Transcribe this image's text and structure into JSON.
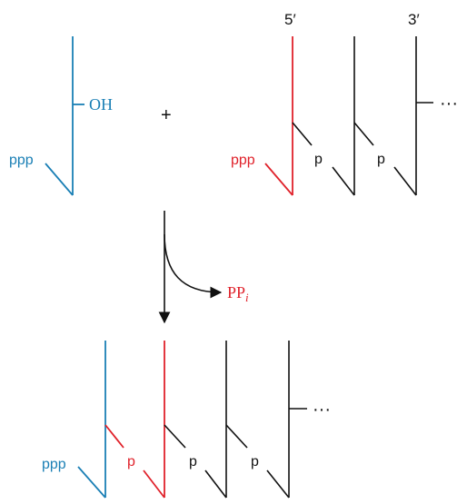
{
  "colors": {
    "blue": "#1a7fb5",
    "red": "#e0222b",
    "black": "#111111"
  },
  "icons": {
    "arrowhead": "arrowhead-icon"
  },
  "top": {
    "left_strand": {
      "ppp": "ppp",
      "oh": "OH"
    },
    "plus": "+",
    "right_strand": {
      "five_prime": "5′",
      "three_prime": "3′",
      "ppp": "ppp",
      "p1": "p",
      "p2": "p",
      "ellipsis": "···"
    }
  },
  "reaction": {
    "byproduct_main": "PP",
    "byproduct_sub": "i"
  },
  "bottom": {
    "ppp": "ppp",
    "p1": "p",
    "p2": "p",
    "p3": "p",
    "ellipsis": "···"
  }
}
